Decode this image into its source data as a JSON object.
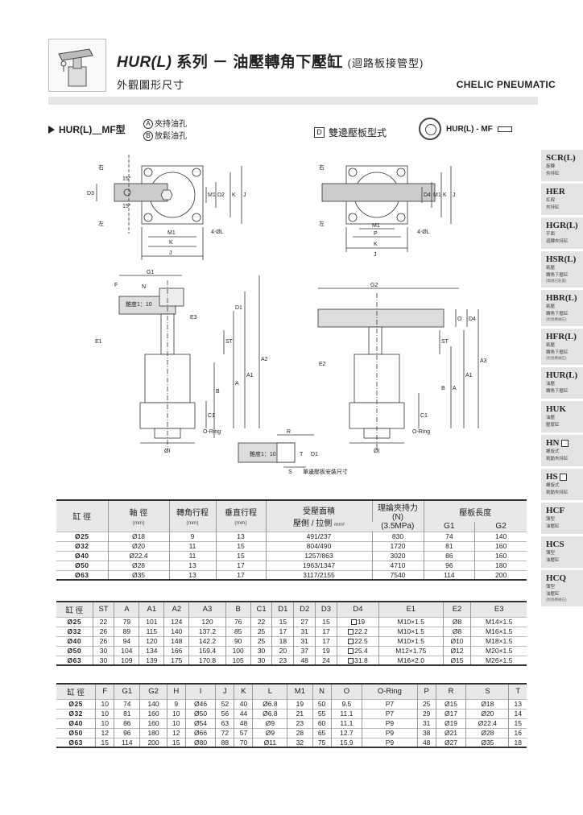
{
  "header": {
    "series_code": "HUR(L)",
    "series_word": "系列",
    "dash": "－",
    "title": "油壓轉角下壓缸",
    "subtitle": "(迴路板接管型)",
    "section": "外觀圖形尺寸",
    "brand": "CHELIC PNEUMATIC"
  },
  "model": {
    "label": "HUR(L)＿MF型",
    "port_a_mark": "A",
    "port_a": "夾持油孔",
    "port_b_mark": "B",
    "port_b": "放鬆油孔",
    "dual_mark": "D",
    "dual_label": "雙邊壓板型式",
    "badge_text": "HUR(L) - MF"
  },
  "drawing": {
    "right_turn": "右",
    "left_turn": "左",
    "angle": "15°",
    "hole": "4-ØL",
    "taper": "錐度1：10",
    "oring": "O-Ring",
    "dual_caption": "單邊壓板安裝尺寸",
    "marks": {
      "M1": "M1",
      "K": "K",
      "J": "J",
      "D2": "D2",
      "D3": "D3",
      "D4": "D4",
      "P": "P",
      "G1": "G1",
      "G2": "G2",
      "F": "F",
      "N": "N",
      "E1": "E1",
      "E2": "E2",
      "E3": "E3",
      "D1": "D1",
      "ST": "ST",
      "A": "A",
      "A1": "A1",
      "A2": "A2",
      "A3": "A3",
      "B": "B",
      "C1": "C1",
      "O": "O",
      "I": "ØI",
      "R": "R",
      "S": "S",
      "T": "T"
    }
  },
  "tabs": [
    {
      "code": "SCR(L)",
      "desc": [
        "旋轉",
        "夾持缸"
      ],
      "note": ""
    },
    {
      "code": "HER",
      "desc": [
        "杠桿",
        "夾持缸"
      ],
      "note": ""
    },
    {
      "code": "HGR(L)",
      "desc": [
        "平面",
        "迴轉夾持缸"
      ],
      "note": ""
    },
    {
      "code": "HSR(L)",
      "desc": [
        "氣壓",
        "轉角下壓缸"
      ],
      "note": "(無磁石裝置)"
    },
    {
      "code": "HBR(L)",
      "desc": [
        "氣壓",
        "轉角下壓缸"
      ],
      "note": "(附感應磁石)"
    },
    {
      "code": "HFR(L)",
      "desc": [
        "氣壓",
        "轉角下壓缸"
      ],
      "note": "(附感應磁石)"
    },
    {
      "code": "HUR(L)",
      "desc": [
        "油壓",
        "轉角下壓缸"
      ],
      "note": ""
    },
    {
      "code": "HUK",
      "desc": [
        "油壓",
        "壓緊缸"
      ],
      "note": ""
    },
    {
      "code": "HN",
      "square": true,
      "desc": [
        "螺旋式",
        "氣動夾持缸"
      ],
      "note": ""
    },
    {
      "code": "HS",
      "square": true,
      "desc": [
        "螺旋式",
        "氣動夾持缸"
      ],
      "note": ""
    },
    {
      "code": "HCF",
      "desc": [
        "薄型",
        "油壓缸"
      ],
      "note": ""
    },
    {
      "code": "HCS",
      "desc": [
        "薄型",
        "油壓缸"
      ],
      "note": ""
    },
    {
      "code": "HCQ",
      "desc": [
        "薄型",
        "油壓缸"
      ],
      "note": "(附感應磁石)"
    }
  ],
  "table1": {
    "headers": {
      "bore": "缸 徑",
      "rod": "軸 徑",
      "angle": "轉角行程",
      "vertical": "垂直行程",
      "area": "受壓面積",
      "area_sub": "壓側 / 拉側",
      "force": "理論夾持力",
      "force_n": "(N)",
      "force_p": "(3.5MPa)",
      "plate": "壓板長度",
      "g1": "G1",
      "g2": "G2",
      "unit_mm": "(mm)",
      "unit_mm2": "mm²"
    },
    "rows": [
      [
        "Ø25",
        "Ø18",
        "9",
        "13",
        "491/237",
        "830",
        "74",
        "140"
      ],
      [
        "Ø32",
        "Ø20",
        "11",
        "15",
        "804/490",
        "1720",
        "81",
        "160"
      ],
      [
        "Ø40",
        "Ø22.4",
        "11",
        "15",
        "1257/863",
        "3020",
        "86",
        "160"
      ],
      [
        "Ø50",
        "Ø28",
        "13",
        "17",
        "1963/1347",
        "4710",
        "96",
        "180"
      ],
      [
        "Ø63",
        "Ø35",
        "13",
        "17",
        "3117/2155",
        "7540",
        "114",
        "200"
      ]
    ]
  },
  "table2": {
    "headers": [
      "缸 徑",
      "ST",
      "A",
      "A1",
      "A2",
      "A3",
      "B",
      "C1",
      "D1",
      "D2",
      "D3",
      "D4",
      "E1",
      "E2",
      "E3"
    ],
    "rows": [
      [
        "Ø25",
        "22",
        "79",
        "101",
        "124",
        "120",
        "76",
        "22",
        "15",
        "27",
        "15",
        "19",
        "M10×1.5",
        "Ø8",
        "M14×1.5"
      ],
      [
        "Ø32",
        "26",
        "89",
        "115",
        "140",
        "137.2",
        "85",
        "25",
        "17",
        "31",
        "17",
        "22.2",
        "M10×1.5",
        "Ø8",
        "M16×1.5"
      ],
      [
        "Ø40",
        "26",
        "94",
        "120",
        "148",
        "142.2",
        "90",
        "25",
        "18",
        "31",
        "17",
        "22.5",
        "M10×1.5",
        "Ø10",
        "M18×1.5"
      ],
      [
        "Ø50",
        "30",
        "104",
        "134",
        "166",
        "159.4",
        "100",
        "30",
        "20",
        "37",
        "19",
        "25.4",
        "M12×1.75",
        "Ø12",
        "M20×1.5"
      ],
      [
        "Ø63",
        "30",
        "109",
        "139",
        "175",
        "170.8",
        "105",
        "30",
        "23",
        "48",
        "24",
        "31.8",
        "M16×2.0",
        "Ø15",
        "M26×1.5"
      ]
    ]
  },
  "table3": {
    "headers": [
      "缸 徑",
      "F",
      "G1",
      "G2",
      "H",
      "I",
      "J",
      "K",
      "L",
      "M1",
      "N",
      "O",
      "O-Ring",
      "P",
      "R",
      "S",
      "T"
    ],
    "rows": [
      [
        "Ø25",
        "10",
        "74",
        "140",
        "9",
        "Ø46",
        "52",
        "40",
        "Ø6.8",
        "19",
        "50",
        "9.5",
        "P7",
        "25",
        "Ø15",
        "Ø18",
        "13"
      ],
      [
        "Ø32",
        "10",
        "81",
        "160",
        "10",
        "Ø50",
        "56",
        "44",
        "Ø6.8",
        "21",
        "55",
        "11.1",
        "P7",
        "29",
        "Ø17",
        "Ø20",
        "14"
      ],
      [
        "Ø40",
        "10",
        "86",
        "160",
        "10",
        "Ø54",
        "63",
        "48",
        "Ø9",
        "23",
        "60",
        "11.1",
        "P9",
        "31",
        "Ø19",
        "Ø22.4",
        "15"
      ],
      [
        "Ø50",
        "12",
        "96",
        "180",
        "12",
        "Ø66",
        "72",
        "57",
        "Ø9",
        "28",
        "65",
        "12.7",
        "P9",
        "38",
        "Ø21",
        "Ø28",
        "16"
      ],
      [
        "Ø63",
        "15",
        "114",
        "200",
        "15",
        "Ø80",
        "88",
        "70",
        "Ø11",
        "32",
        "75",
        "15.9",
        "P9",
        "48",
        "Ø27",
        "Ø35",
        "18"
      ]
    ]
  }
}
